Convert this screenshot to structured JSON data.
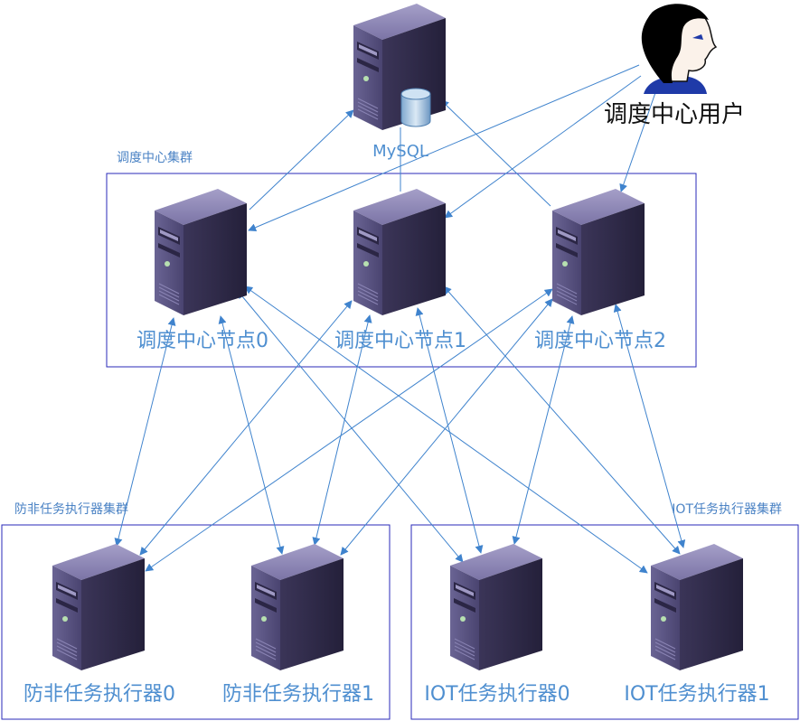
{
  "user": {
    "label": "调度中心用户"
  },
  "database": {
    "label": "MySQL"
  },
  "clusters": {
    "scheduler": {
      "label": "调度中心集群"
    },
    "fangfei": {
      "label": "防非任务执行器集群"
    },
    "iot": {
      "label": "IOT任务执行器集群"
    }
  },
  "scheduler_nodes": [
    {
      "label": "调度中心节点0"
    },
    {
      "label": "调度中心节点1"
    },
    {
      "label": "调度中心节点2"
    }
  ],
  "executors": [
    {
      "label": "防非任务执行器0"
    },
    {
      "label": "防非任务执行器1"
    },
    {
      "label": "IOT任务执行器0"
    },
    {
      "label": "IOT任务执行器1"
    }
  ],
  "colors": {
    "connector": "#3f83cd",
    "cluster_border": "#2a2ab8",
    "server_front": "#4a4470",
    "server_side": "#2d2848",
    "label_text": "#4f8fd0"
  },
  "icons": {
    "server": "server-icon",
    "database": "database-cylinder-icon",
    "user": "user-avatar-icon"
  }
}
